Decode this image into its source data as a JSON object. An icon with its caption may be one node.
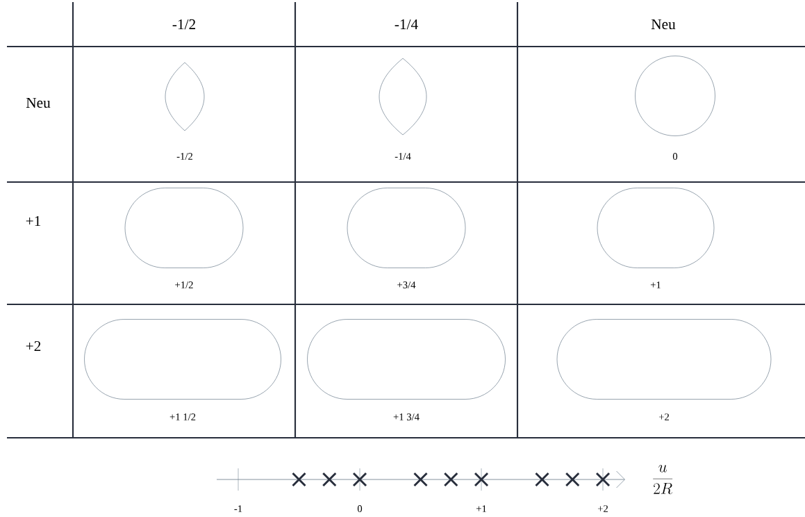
{
  "diagram": {
    "nodes": [
      {
        "text": [],
        "shape": "lens",
        "beside": [
          "-1/2"
        ]
      },
      {
        "text": [],
        "shape": "lens",
        "beside": [
          "-1/4"
        ]
      },
      {
        "text": [],
        "shape": "circle",
        "beside": [
          "0"
        ]
      },
      {
        "text": [],
        "shape": "stadium",
        "beside": [
          "+1/2"
        ]
      },
      {
        "text": [],
        "shape": "stadium",
        "beside": [
          "+3/4"
        ]
      },
      {
        "text": [],
        "shape": "stadium",
        "beside": [
          "+1"
        ]
      },
      {
        "text": [],
        "shape": "stadium",
        "beside": [
          "+1 1/2"
        ]
      },
      {
        "text": [],
        "shape": "stadium",
        "beside": [
          "+1 3/4"
        ]
      },
      {
        "text": [],
        "shape": "stadium",
        "beside": [
          "+2"
        ]
      }
    ],
    "labels": [
      "-1/2",
      "-1/4",
      "Neu",
      "Neu",
      "+1",
      "+2",
      "-1",
      "0",
      "+1",
      "+2",
      "\\frac{u}{2R}"
    ]
  }
}
